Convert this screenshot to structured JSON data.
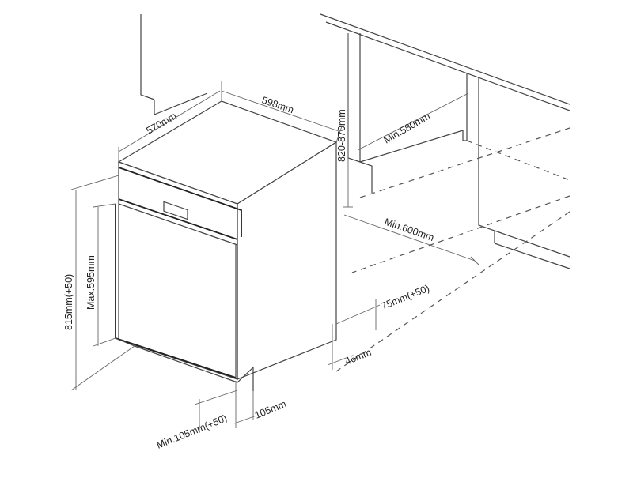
{
  "diagram": {
    "labels": {
      "depth": "570mm",
      "width": "598mm",
      "niche_height": "820-870mm",
      "niche_depth": "Min.580mm",
      "niche_width": "Min.600mm",
      "total_height": "815mm(+50)",
      "door_height": "Max.595mm",
      "plinth_height": "75mm(+50)",
      "plinth_gap": "46mm",
      "plinth_depth": "105mm",
      "plinth_depth_min": "Min.105mm(+50)"
    },
    "colors": {
      "line": "#444444",
      "text": "#222222",
      "background": "#ffffff"
    }
  }
}
